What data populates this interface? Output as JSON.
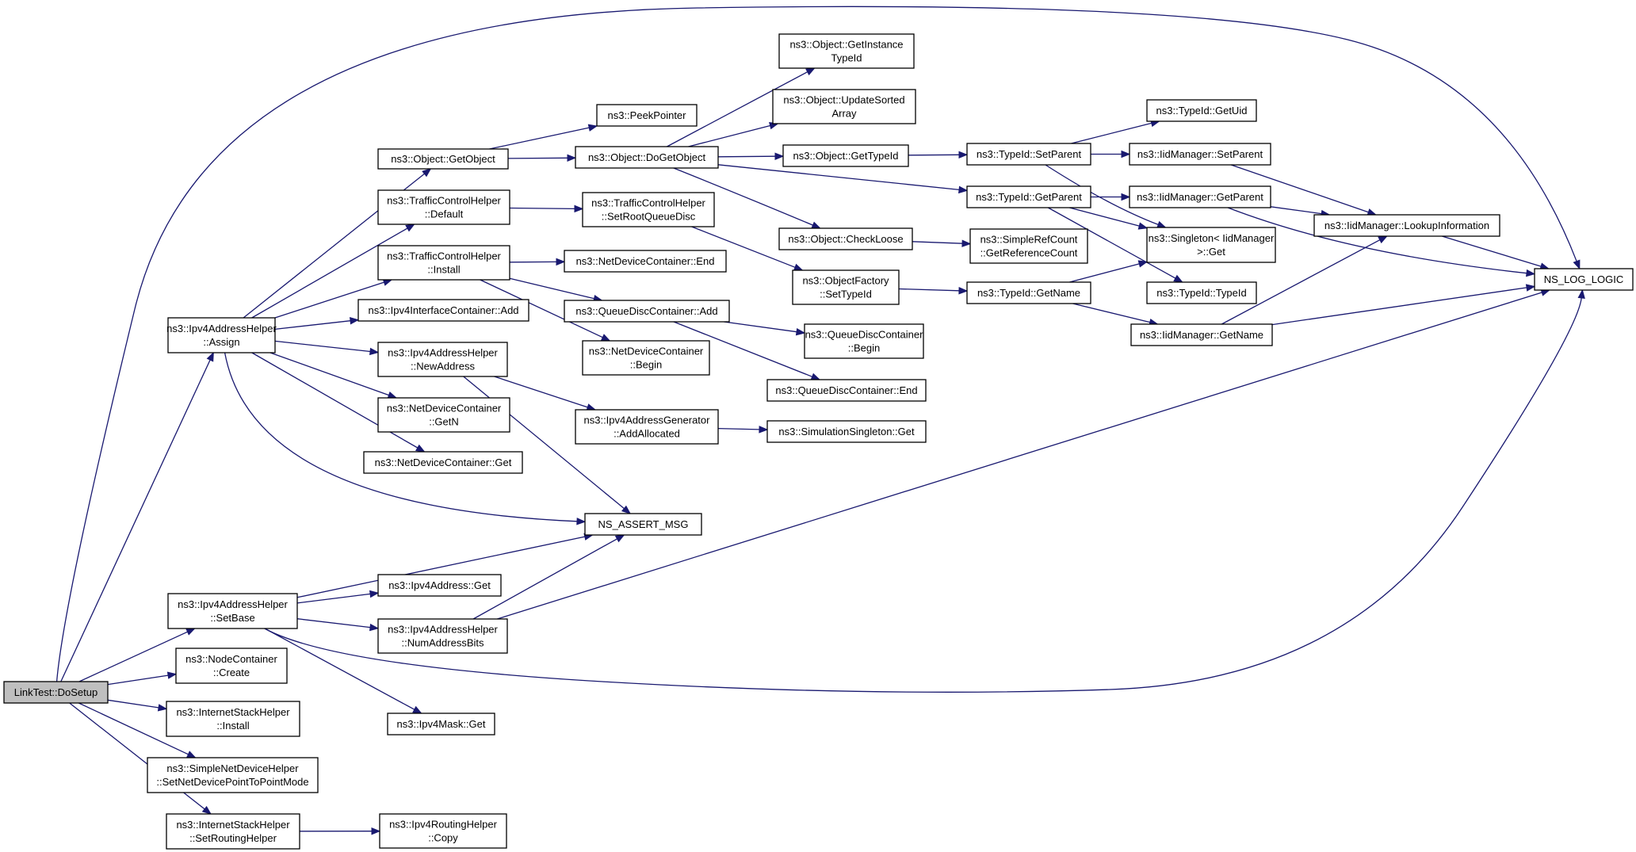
{
  "nodes": [
    {
      "id": "dosetup",
      "lines": [
        "LinkTest::DoSetup"
      ],
      "root": true
    },
    {
      "id": "ipv4_assign",
      "lines": [
        "ns3::Ipv4AddressHelper",
        "::Assign"
      ]
    },
    {
      "id": "ipv4_setbase",
      "lines": [
        "ns3::Ipv4AddressHelper",
        "::SetBase"
      ]
    },
    {
      "id": "nodecontainer_create",
      "lines": [
        "ns3::NodeContainer",
        "::Create"
      ]
    },
    {
      "id": "internetstack_install",
      "lines": [
        "ns3::InternetStackHelper",
        "::Install"
      ]
    },
    {
      "id": "simplenetdevice_p2p",
      "lines": [
        "ns3::SimpleNetDeviceHelper",
        "::SetNetDevicePointToPointMode"
      ]
    },
    {
      "id": "internetstack_setrouting",
      "lines": [
        "ns3::InternetStackHelper",
        "::SetRoutingHelper"
      ]
    },
    {
      "id": "object_getobject",
      "lines": [
        "ns3::Object::GetObject"
      ]
    },
    {
      "id": "tch_default",
      "lines": [
        "ns3::TrafficControlHelper",
        "::Default"
      ]
    },
    {
      "id": "tch_install",
      "lines": [
        "ns3::TrafficControlHelper",
        "::Install"
      ]
    },
    {
      "id": "ipv4ic_add",
      "lines": [
        "ns3::Ipv4InterfaceContainer::Add"
      ]
    },
    {
      "id": "ipv4ah_newaddress",
      "lines": [
        "ns3::Ipv4AddressHelper",
        "::NewAddress"
      ]
    },
    {
      "id": "ndc_getn",
      "lines": [
        "ns3::NetDeviceContainer",
        "::GetN"
      ]
    },
    {
      "id": "ndc_get",
      "lines": [
        "ns3::NetDeviceContainer::Get"
      ]
    },
    {
      "id": "ipv4address_get",
      "lines": [
        "ns3::Ipv4Address::Get"
      ]
    },
    {
      "id": "ipv4ah_numaddressbits",
      "lines": [
        "ns3::Ipv4AddressHelper",
        "::NumAddressBits"
      ]
    },
    {
      "id": "ipv4mask_get",
      "lines": [
        "ns3::Ipv4Mask::Get"
      ]
    },
    {
      "id": "ipv4rh_copy",
      "lines": [
        "ns3::Ipv4RoutingHelper",
        "::Copy"
      ]
    },
    {
      "id": "peekpointer",
      "lines": [
        "ns3::PeekPointer"
      ]
    },
    {
      "id": "object_dogetobject",
      "lines": [
        "ns3::Object::DoGetObject"
      ]
    },
    {
      "id": "tch_setrootqueuedisc",
      "lines": [
        "ns3::TrafficControlHelper",
        "::SetRootQueueDisc"
      ]
    },
    {
      "id": "ndc_end",
      "lines": [
        "ns3::NetDeviceContainer::End"
      ]
    },
    {
      "id": "qdc_add",
      "lines": [
        "ns3::QueueDiscContainer::Add"
      ]
    },
    {
      "id": "ndc_begin",
      "lines": [
        "ns3::NetDeviceContainer",
        "::Begin"
      ]
    },
    {
      "id": "ipv4ag_addallocated",
      "lines": [
        "ns3::Ipv4AddressGenerator",
        "::AddAllocated"
      ]
    },
    {
      "id": "ns_assert_msg",
      "lines": [
        "NS_ASSERT_MSG"
      ]
    },
    {
      "id": "object_getinstancetypeid",
      "lines": [
        "ns3::Object::GetInstance",
        "TypeId"
      ]
    },
    {
      "id": "object_updatesortedarray",
      "lines": [
        "ns3::Object::UpdateSorted",
        "Array"
      ]
    },
    {
      "id": "object_gettypeid",
      "lines": [
        "ns3::Object::GetTypeId"
      ]
    },
    {
      "id": "object_checkloose",
      "lines": [
        "ns3::Object::CheckLoose"
      ]
    },
    {
      "id": "objectfactory_settypeid",
      "lines": [
        "ns3::ObjectFactory",
        "::SetTypeId"
      ]
    },
    {
      "id": "qdc_begin",
      "lines": [
        "ns3::QueueDiscContainer",
        "::Begin"
      ]
    },
    {
      "id": "qdc_end",
      "lines": [
        "ns3::QueueDiscContainer::End"
      ]
    },
    {
      "id": "simsingleton_get",
      "lines": [
        "ns3::SimulationSingleton::Get"
      ]
    },
    {
      "id": "typeid_setparent",
      "lines": [
        "ns3::TypeId::SetParent"
      ]
    },
    {
      "id": "typeid_getparent",
      "lines": [
        "ns3::TypeId::GetParent"
      ]
    },
    {
      "id": "simplerefcount_getrefcount",
      "lines": [
        "ns3::SimpleRefCount",
        "::GetReferenceCount"
      ]
    },
    {
      "id": "typeid_getname",
      "lines": [
        "ns3::TypeId::GetName"
      ]
    },
    {
      "id": "typeid_getuid",
      "lines": [
        "ns3::TypeId::GetUid"
      ]
    },
    {
      "id": "iidmanager_setparent",
      "lines": [
        "ns3::IidManager::SetParent"
      ]
    },
    {
      "id": "iidmanager_getparent",
      "lines": [
        "ns3::IidManager::GetParent"
      ]
    },
    {
      "id": "singleton_iidmanager_get",
      "lines": [
        "ns3::Singleton< IidManager",
        " >::Get"
      ]
    },
    {
      "id": "typeid_typeid",
      "lines": [
        "ns3::TypeId::TypeId"
      ]
    },
    {
      "id": "iidmanager_getname",
      "lines": [
        "ns3::IidManager::GetName"
      ]
    },
    {
      "id": "iidmanager_lookupinformation",
      "lines": [
        "ns3::IidManager::LookupInformation"
      ]
    },
    {
      "id": "ns_log_logic",
      "lines": [
        "NS_LOG_LOGIC"
      ]
    }
  ],
  "edges": [
    [
      "dosetup",
      "ipv4_assign"
    ],
    [
      "dosetup",
      "ipv4_setbase"
    ],
    [
      "dosetup",
      "nodecontainer_create"
    ],
    [
      "dosetup",
      "internetstack_install"
    ],
    [
      "dosetup",
      "simplenetdevice_p2p"
    ],
    [
      "dosetup",
      "internetstack_setrouting"
    ],
    [
      "dosetup",
      "ns_log_logic"
    ],
    [
      "ipv4_assign",
      "object_getobject"
    ],
    [
      "ipv4_assign",
      "tch_default"
    ],
    [
      "ipv4_assign",
      "tch_install"
    ],
    [
      "ipv4_assign",
      "ipv4ic_add"
    ],
    [
      "ipv4_assign",
      "ipv4ah_newaddress"
    ],
    [
      "ipv4_assign",
      "ndc_getn"
    ],
    [
      "ipv4_assign",
      "ndc_get"
    ],
    [
      "ipv4_assign",
      "ns_assert_msg"
    ],
    [
      "ipv4_setbase",
      "ns_assert_msg"
    ],
    [
      "ipv4_setbase",
      "ipv4address_get"
    ],
    [
      "ipv4_setbase",
      "ipv4ah_numaddressbits"
    ],
    [
      "ipv4_setbase",
      "ipv4mask_get"
    ],
    [
      "ipv4_setbase",
      "ns_log_logic"
    ],
    [
      "internetstack_setrouting",
      "ipv4rh_copy"
    ],
    [
      "object_getobject",
      "peekpointer"
    ],
    [
      "object_getobject",
      "object_dogetobject"
    ],
    [
      "tch_default",
      "tch_setrootqueuedisc"
    ],
    [
      "tch_install",
      "ndc_end"
    ],
    [
      "tch_install",
      "qdc_add"
    ],
    [
      "tch_install",
      "ndc_begin"
    ],
    [
      "ipv4ah_newaddress",
      "ipv4ag_addallocated"
    ],
    [
      "ipv4ah_newaddress",
      "ns_assert_msg"
    ],
    [
      "ipv4ah_numaddressbits",
      "ns_assert_msg"
    ],
    [
      "ipv4ah_numaddressbits",
      "ns_log_logic"
    ],
    [
      "object_dogetobject",
      "object_getinstancetypeid"
    ],
    [
      "object_dogetobject",
      "object_updatesortedarray"
    ],
    [
      "object_dogetobject",
      "object_gettypeid"
    ],
    [
      "object_dogetobject",
      "typeid_getparent"
    ],
    [
      "object_dogetobject",
      "object_checkloose"
    ],
    [
      "tch_setrootqueuedisc",
      "objectfactory_settypeid"
    ],
    [
      "qdc_add",
      "qdc_begin"
    ],
    [
      "qdc_add",
      "qdc_end"
    ],
    [
      "ipv4ag_addallocated",
      "simsingleton_get"
    ],
    [
      "object_gettypeid",
      "typeid_setparent"
    ],
    [
      "object_checkloose",
      "simplerefcount_getrefcount"
    ],
    [
      "objectfactory_settypeid",
      "typeid_getname"
    ],
    [
      "typeid_setparent",
      "typeid_getuid"
    ],
    [
      "typeid_setparent",
      "iidmanager_setparent"
    ],
    [
      "typeid_setparent",
      "singleton_iidmanager_get"
    ],
    [
      "typeid_getparent",
      "iidmanager_getparent"
    ],
    [
      "typeid_getparent",
      "singleton_iidmanager_get"
    ],
    [
      "typeid_getparent",
      "typeid_typeid"
    ],
    [
      "typeid_getname",
      "singleton_iidmanager_get"
    ],
    [
      "typeid_getname",
      "iidmanager_getname"
    ],
    [
      "iidmanager_setparent",
      "iidmanager_lookupinformation"
    ],
    [
      "iidmanager_getparent",
      "iidmanager_lookupinformation"
    ],
    [
      "iidmanager_getparent",
      "ns_log_logic"
    ],
    [
      "iidmanager_getname",
      "iidmanager_lookupinformation"
    ],
    [
      "iidmanager_getname",
      "ns_log_logic"
    ],
    [
      "iidmanager_lookupinformation",
      "ns_log_logic"
    ]
  ]
}
